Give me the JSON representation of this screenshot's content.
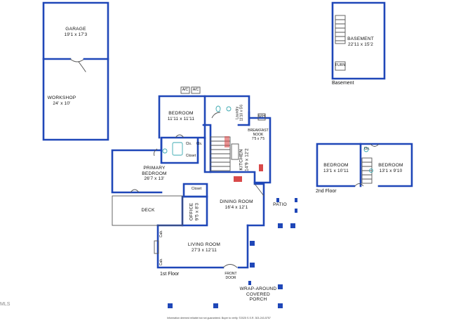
{
  "colors": {
    "wall": "#1f47b8",
    "thin": "#555555",
    "text": "#111111",
    "sink": "#3aa8b0",
    "range": "#d94a4a"
  },
  "rooms": {
    "garage": {
      "name": "GARAGE",
      "dims": "19'1 x 17'3"
    },
    "workshop": {
      "name": "WORKSHOP",
      "dims": "24' x 10'"
    },
    "basement": {
      "name": "BASEMENT",
      "dims": "22'11 x 15'2",
      "furn": "FURN"
    },
    "bedroom_main": {
      "name": "BEDROOM",
      "dims": "11'11 x 11'11"
    },
    "laundry": {
      "name": "Laundry",
      "dims": "11'10 x 5'6"
    },
    "breakfast": {
      "name": "BREAKFAST",
      "name2": "NOOK",
      "dims": "7'5 x 7'5"
    },
    "wh": "W/H",
    "ac1": "A/C",
    "ac2": "A/C",
    "cls1": "Cls.",
    "cls2": "Cls.",
    "cls3": "Cls.",
    "closet1": "Closet",
    "closet2": "Closet",
    "kitchen": {
      "name": "KITCHEN",
      "dims": "14'9 x 12'2"
    },
    "primary": {
      "name": "PRIMARY",
      "name2": "BEDROOM",
      "dims": "26'7 x 13'"
    },
    "dining": {
      "name": "DINING ROOM",
      "dims": "16'4 x 12'1"
    },
    "office": {
      "name": "OFFICE",
      "dims": "9'5 x 8'3"
    },
    "deck": {
      "name": "DECK"
    },
    "patio": {
      "name": "PATIO"
    },
    "living": {
      "name": "LIVING ROOM",
      "dims": "27'3 x 12'11"
    },
    "cab1": "Cab.",
    "cab2": "Cab.",
    "front_door": {
      "line1": "FRONT",
      "line2": "DOOR"
    },
    "porch": {
      "line1": "WRAP-AROUND",
      "line2": "COVERED",
      "line3": "PORCH"
    },
    "bed2a": {
      "name": "BEDROOM",
      "dims": "13'1 x 10'11"
    },
    "bed2b": {
      "name": "BEDROOM",
      "dims": "13'1 x 9'10"
    }
  },
  "floors": {
    "first": "1st Floor",
    "second": "2nd Floor",
    "basement": "Basement"
  },
  "disclaimer": "Information deemed reliable but not guaranteed. Buyer to verify. ©2025 S.S.R. 303-243-5757",
  "watermark": "MLS"
}
